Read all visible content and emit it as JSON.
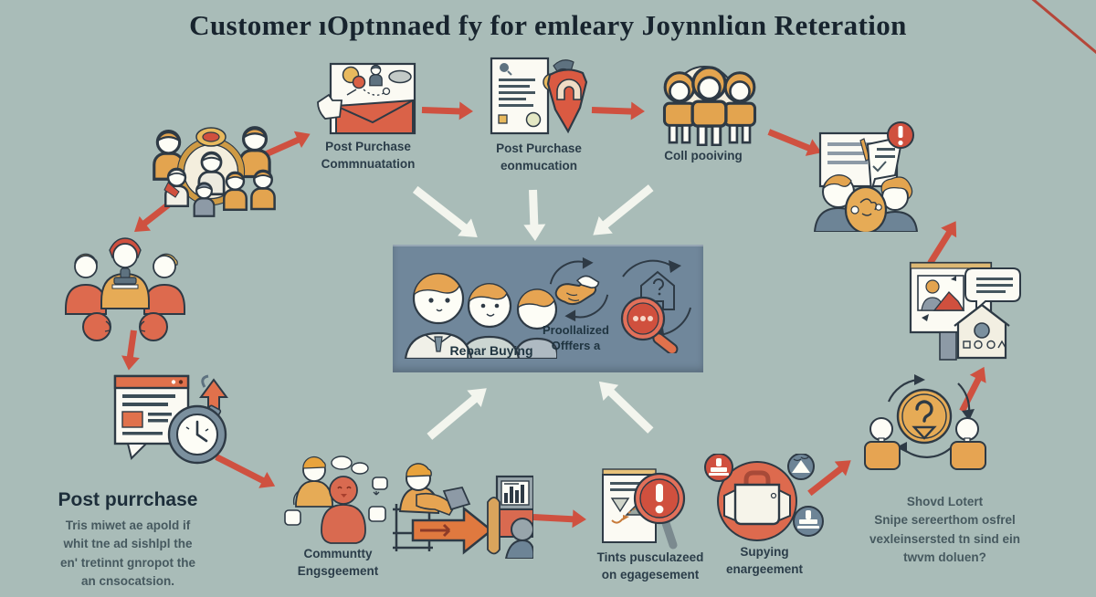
{
  "title": "Customer ıOptnnaed fy for emleary Joynnliɑn Reteration",
  "nodes": {
    "postPurchaseComm": {
      "label": "Post Purchase\nCommnuatation",
      "icon": "postcard-envelope-icon"
    },
    "postPurchaseConf": {
      "label": "Post Purchase\neonmucation",
      "icon": "document-shield-icon"
    },
    "collPooving": {
      "label": "Coll pooiving",
      "icon": "three-people-icon"
    },
    "communityEngagement": {
      "label": "Communtty\nEngsgeement",
      "icon": "community-people-icon"
    },
    "tintsPusculazed": {
      "label": "Tints pusculazeed\non egagesement",
      "icon": "document-magnifier-alert-icon"
    },
    "supyingEnargeement": {
      "label": "Supying\nenargeement",
      "icon": "shopping-bag-badges-icon"
    },
    "familyGroup": {
      "icon": "family-group-icon"
    },
    "feedbackReview": {
      "icon": "people-review-alert-icon"
    },
    "houseMedia": {
      "icon": "house-media-card-icon"
    },
    "questionExchange": {
      "icon": "people-question-coin-icon"
    },
    "workerDesk": {
      "icon": "worker-conversion-arrow-icon"
    },
    "browserClock": {
      "icon": "browser-clock-icon"
    },
    "redGroup": {
      "icon": "stamp-group-icon"
    }
  },
  "center": {
    "reparBuying": "Repar Buying",
    "offers": "Proollalized\nOfffers a"
  },
  "blocks": {
    "postPurchase": {
      "heading": "Post purrchase",
      "body": "Tris miwet ae apold if\nwhit tne ad sishlpl the\nen' tretinnt gnropot the\nan cnsocatsion."
    },
    "shovdLotert": {
      "body": "Shovd Lotert\nSnipe sereerthom osfrel\nvexleinsersted tn sind ein\ntwvm doluen?"
    }
  },
  "colors": {
    "background": "#a9bcb8",
    "centerBox": "#70879b",
    "arrowRed": "#cf5140",
    "arrowWhite": "#f3f5ee",
    "accentOrange": "#e3a44f",
    "slate": "#6d8496",
    "textDark": "#1d2b35"
  }
}
